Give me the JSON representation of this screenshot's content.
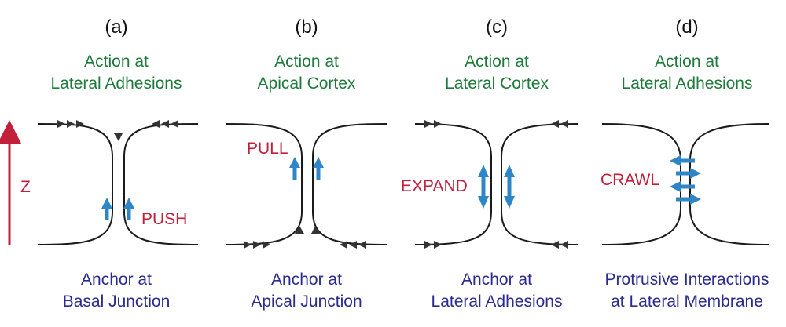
{
  "panels": [
    {
      "label": "(a)",
      "action": [
        "Action at",
        "Lateral Adhesions"
      ],
      "anchor": [
        "Anchor at",
        "Basal Junction"
      ],
      "callout": "PUSH"
    },
    {
      "label": "(b)",
      "action": [
        "Action at",
        "Apical Cortex"
      ],
      "anchor": [
        "Anchor at",
        "Apical Junction"
      ],
      "callout": "PULL"
    },
    {
      "label": "(c)",
      "action": [
        "Action at",
        "Lateral Cortex"
      ],
      "anchor": [
        "Anchor at",
        "Lateral Adhesions"
      ],
      "callout": "EXPAND"
    },
    {
      "label": "(d)",
      "action": [
        "Action at",
        "Lateral Adhesions"
      ],
      "anchor": [
        "Protrusive Interactions",
        "at Lateral Membrane"
      ],
      "callout": "CRAWL"
    }
  ],
  "axis": {
    "label": "Z"
  },
  "colors": {
    "action_text": "#1e7a3a",
    "anchor_text": "#2a2a8f",
    "callout_text": "#c21f3a",
    "arrow_blue": "#2f86c7",
    "axis_red": "#c21f3a",
    "line": "#1a1a1a"
  }
}
